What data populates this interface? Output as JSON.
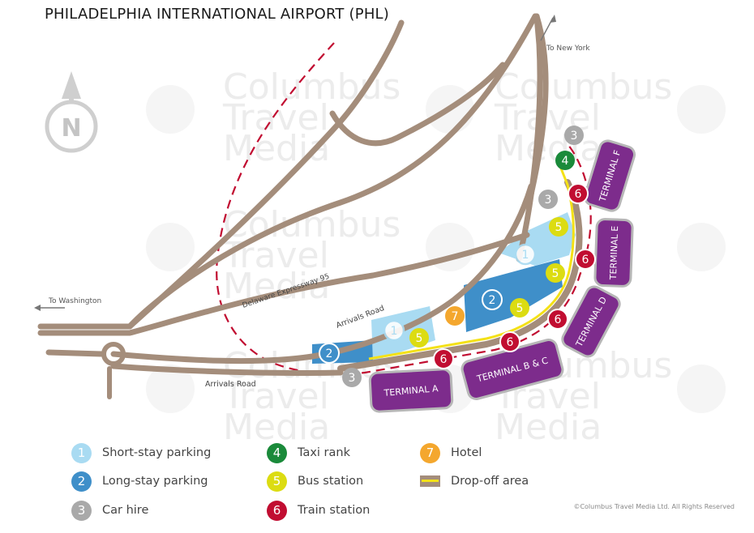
{
  "title": "PHILADELPHIA INTERNATIONAL AIRPORT (PHL)",
  "watermark": [
    "Columbus",
    "Travel",
    "Media"
  ],
  "directions": {
    "new_york": "To New York",
    "washington": "To Washington"
  },
  "roads": {
    "expressway": "Delaware Expressway 95",
    "arrivals_upper": "Arrivals Road",
    "arrivals_lower": "Arrivals Road"
  },
  "compass": "N",
  "terminals": {
    "a": "TERMINAL A",
    "bc": "TERMINAL B & C",
    "d": "TERMINAL D",
    "e": "TERMINAL E",
    "f": "TERMINAL F"
  },
  "markers": {
    "short_stay": "1",
    "long_stay": "2",
    "car_hire": "3",
    "taxi": "4",
    "bus": "5",
    "train": "6",
    "hotel": "7"
  },
  "legend": [
    {
      "number": "1",
      "label": "Short-stay parking",
      "color": "#a9dbf2"
    },
    {
      "number": "2",
      "label": "Long-stay parking",
      "color": "#3f8fc9"
    },
    {
      "number": "3",
      "label": "Car hire",
      "color": "#a9a9a9"
    },
    {
      "number": "4",
      "label": "Taxi rank",
      "color": "#1a8a3a"
    },
    {
      "number": "5",
      "label": "Bus station",
      "color": "#dcdc12"
    },
    {
      "number": "6",
      "label": "Train station",
      "color": "#c10d31"
    },
    {
      "number": "7",
      "label": "Hotel",
      "color": "#f4a72e"
    },
    {
      "number": "",
      "label": "Drop-off area",
      "color": "#a48d7b"
    }
  ],
  "colors": {
    "road": "#a48d7b",
    "terminal": "#7d2c8c",
    "rail_dash": "#c10d31",
    "dropoff_line": "#f4e117",
    "short_stay": "#a9dbf2",
    "long_stay": "#3f8fc9"
  },
  "copyright": "©Columbus Travel Media Ltd. All Rights Reserved"
}
